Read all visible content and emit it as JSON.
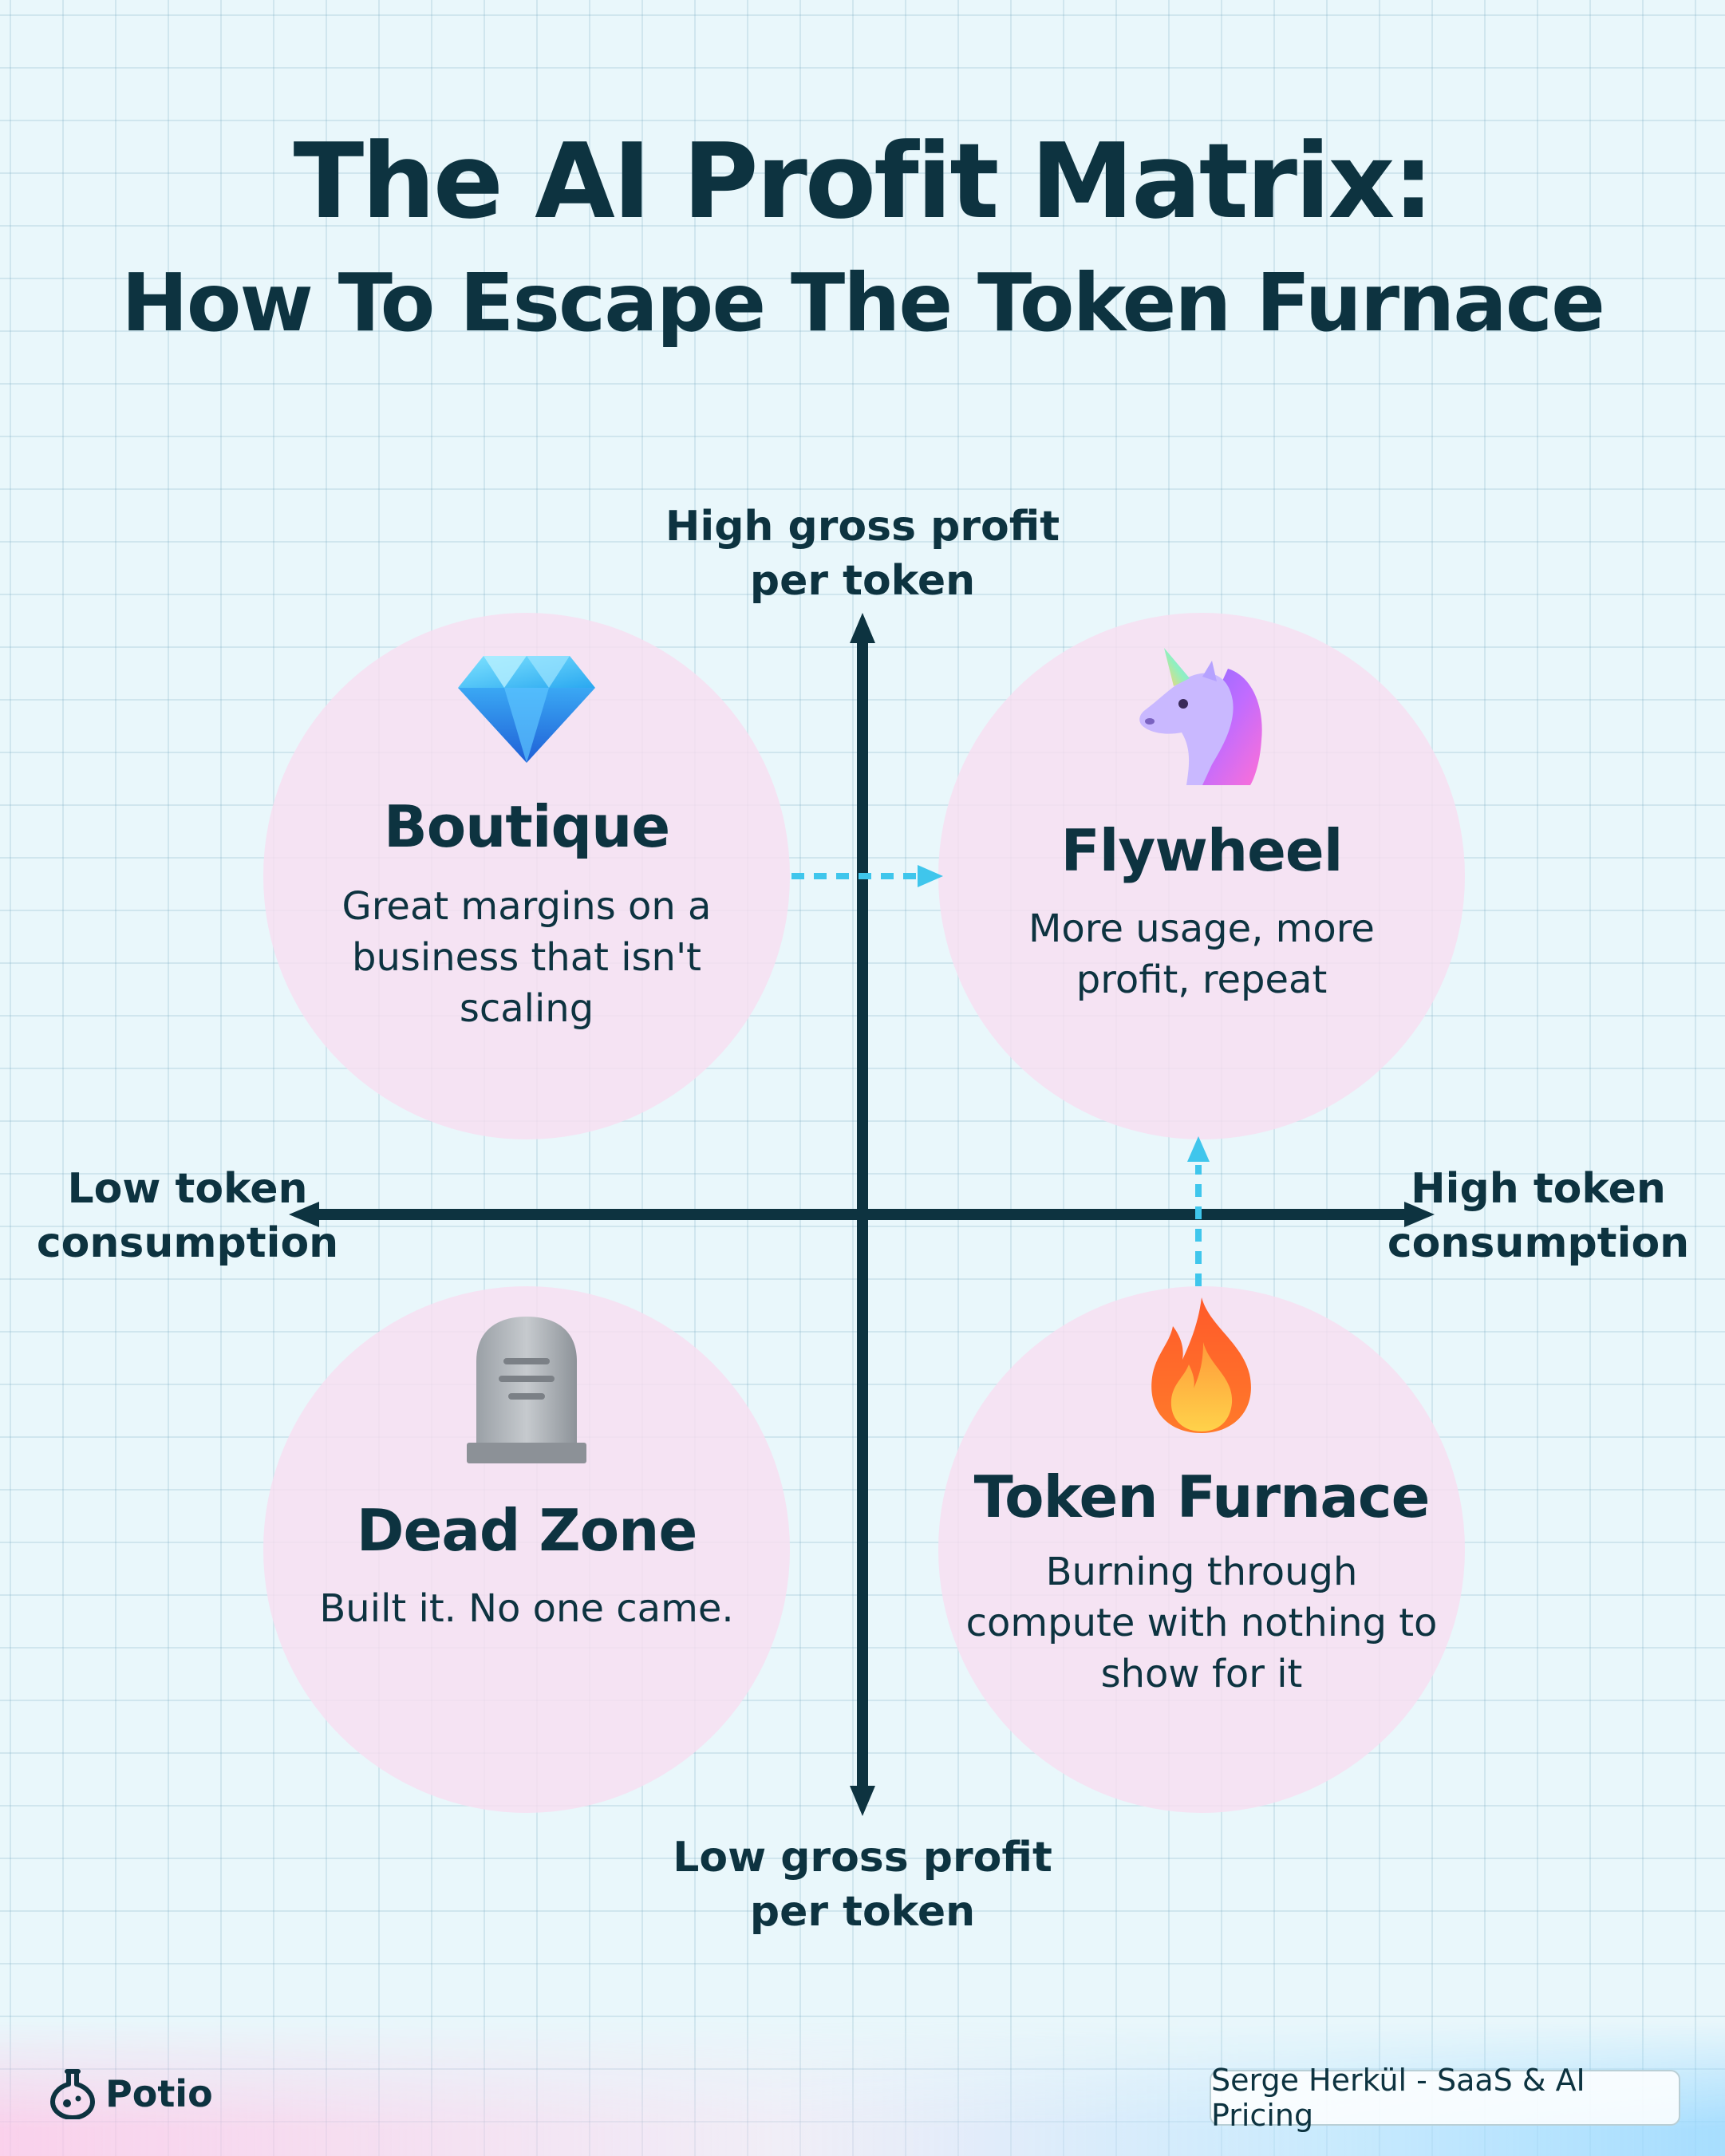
{
  "header": {
    "title": "The AI Profit Matrix:",
    "subtitle": "How To Escape The Token Furnace"
  },
  "axes": {
    "top": [
      "High gross profit",
      "per token"
    ],
    "bottom": [
      "Low gross profit",
      "per token"
    ],
    "left": [
      "Low token",
      "consumption"
    ],
    "right": [
      "High token",
      "consumption"
    ]
  },
  "quadrants": {
    "boutique": {
      "title": "Boutique",
      "desc": [
        "Great margins on a",
        "business that isn't",
        "scaling"
      ],
      "icon": "gem-icon"
    },
    "flywheel": {
      "title": "Flywheel",
      "desc": [
        "More usage, more",
        "profit, repeat"
      ],
      "icon": "unicorn-icon"
    },
    "dead_zone": {
      "title": "Dead Zone",
      "desc": [
        "Built it. No one came."
      ],
      "icon": "headstone-icon"
    },
    "token_furnace": {
      "title": "Token Furnace",
      "desc": [
        "Burning through",
        "compute with nothing to",
        "show for it"
      ],
      "icon": "fire-icon"
    }
  },
  "footer": {
    "brand": "Potio",
    "credit": "Serge Herkül - SaaS & AI Pricing"
  },
  "colors": {
    "ink": "#0d3340",
    "arrow_dashed": "#3fc6ec",
    "circle": "#f8def0",
    "background": "#e9f7fb"
  }
}
